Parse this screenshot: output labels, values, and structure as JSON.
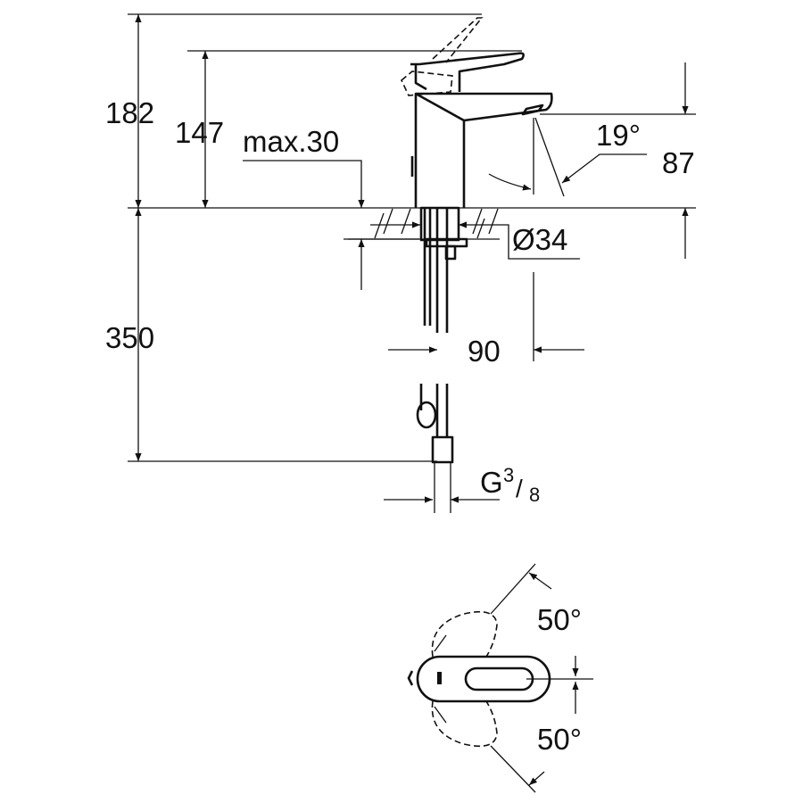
{
  "title": "Basin mixer dimension drawing",
  "dimensions": {
    "total_height": "182",
    "handle_height": "147",
    "max_deck_thickness": "max.30",
    "spout_angle": "19°",
    "spout_height": "87",
    "hole_diameter": "Ø34",
    "hose_length": "350",
    "projection": "90",
    "connection_g": "G",
    "connection_num": "3",
    "connection_den": "8",
    "rotation_up": "50°",
    "rotation_down": "50°"
  }
}
